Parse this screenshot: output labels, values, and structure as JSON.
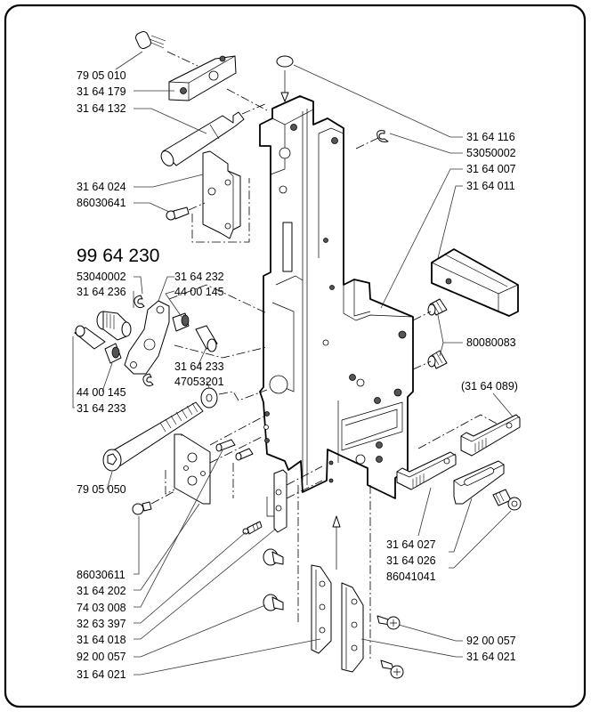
{
  "title": "99 64 230",
  "labels": {
    "l_79_05_010": "79 05 010",
    "l_31_64_179": "31 64 179",
    "l_31_64_132": "31 64 132",
    "l_31_64_024": "31 64 024",
    "l_86030641": "86030641",
    "l_53040002": "53040002",
    "l_31_64_236": "31 64 236",
    "l_31_64_232": "31 64 232",
    "l_44_00_145_a": "44 00 145",
    "l_31_64_233_a": "31 64 233",
    "l_47053201": "47053201",
    "l_44_00_145_b": "44 00 145",
    "l_31_64_233_b": "31 64 233",
    "l_79_05_050": "79 05 050",
    "l_86030611": "86030611",
    "l_31_64_202": "31 64 202",
    "l_74_03_008": "74 03 008",
    "l_32_63_397": "32 63 397",
    "l_31_64_018": "31 64 018",
    "l_92_00_057_left": "92 00 057",
    "l_31_64_021_left": "31 64 021",
    "l_31_64_116": "31 64 116",
    "l_53050002": "53050002",
    "l_31_64_007": "31 64 007",
    "l_31_64_011": "31 64 011",
    "l_80080083": "80080083",
    "l_31_64_089": "(31 64 089)",
    "l_31_64_027": "31 64 027",
    "l_31_64_026": "31 64 026",
    "l_86041041": "86041041",
    "l_92_00_057_right": "92 00 057",
    "l_31_64_021_right": "31 64 021"
  }
}
